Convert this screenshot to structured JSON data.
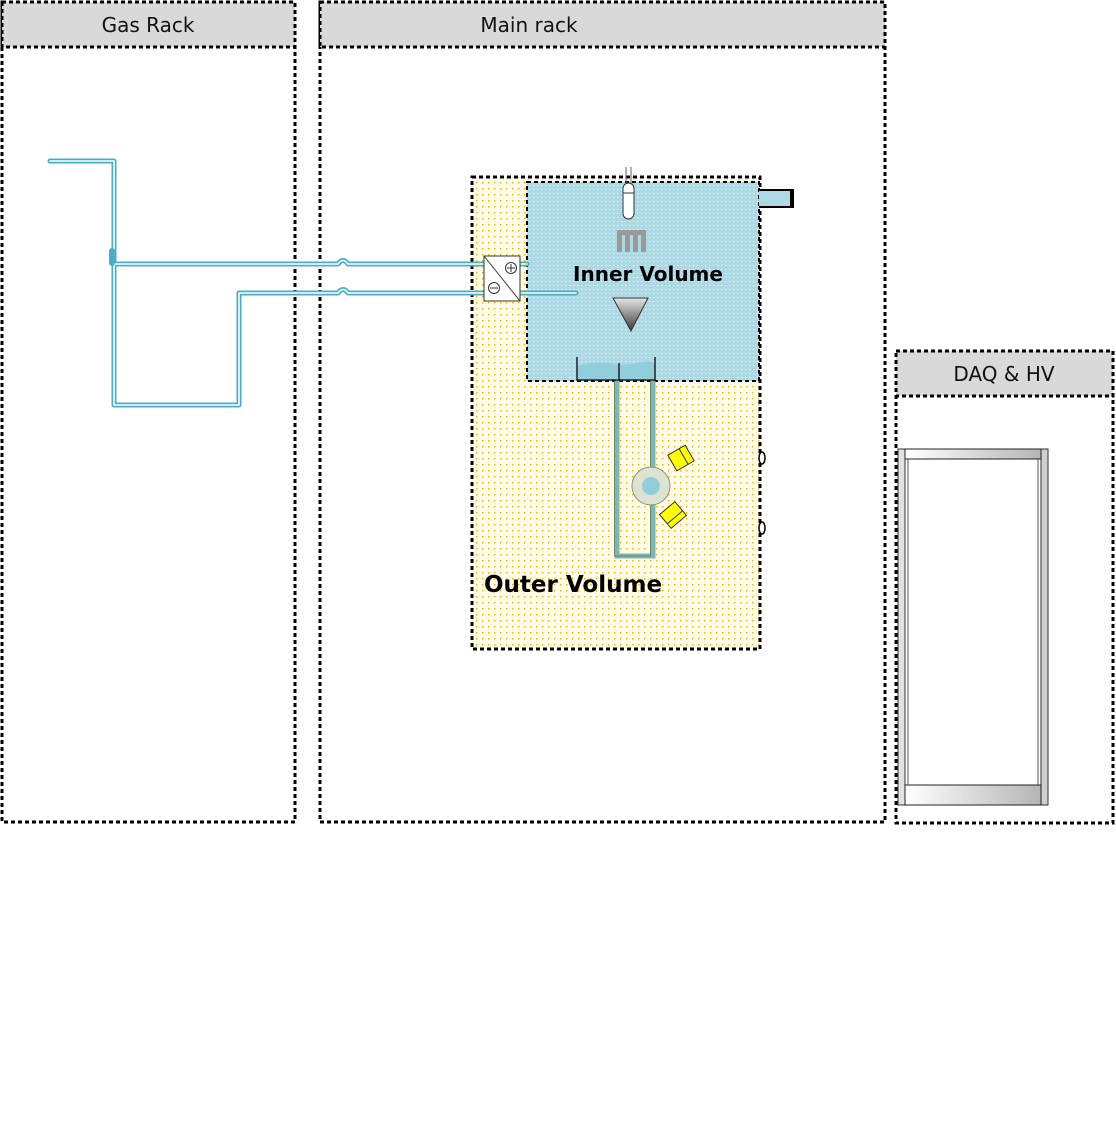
{
  "diagram": {
    "racks": [
      {
        "id": "gas",
        "title": "Gas Rack"
      },
      {
        "id": "main",
        "title": "Main rack"
      },
      {
        "id": "daq",
        "title": "DAQ & HV"
      }
    ],
    "volumes": {
      "inner": {
        "label": "Inner Volume"
      },
      "outer": {
        "label": "Outer Volume"
      }
    },
    "components": [
      {
        "id": "level-sensor",
        "name": "Thermometer / level probe"
      },
      {
        "id": "heater",
        "name": "Heater element"
      },
      {
        "id": "funnel",
        "name": "Funnel"
      },
      {
        "id": "cup",
        "name": "Liquid cup"
      },
      {
        "id": "pump",
        "name": "Gas pump / feedthrough"
      },
      {
        "id": "cell",
        "name": "Cell with two detectors"
      },
      {
        "id": "electronics-rack",
        "name": "Electronics rack"
      }
    ],
    "colors": {
      "pipe": "#4bacc6",
      "inner_fill": "#aed9e4",
      "outer_dots": "#f0b400",
      "header_fill": "#d9d9d9",
      "detector": "#ffff00",
      "cup_liquid": "#92cddc"
    }
  }
}
